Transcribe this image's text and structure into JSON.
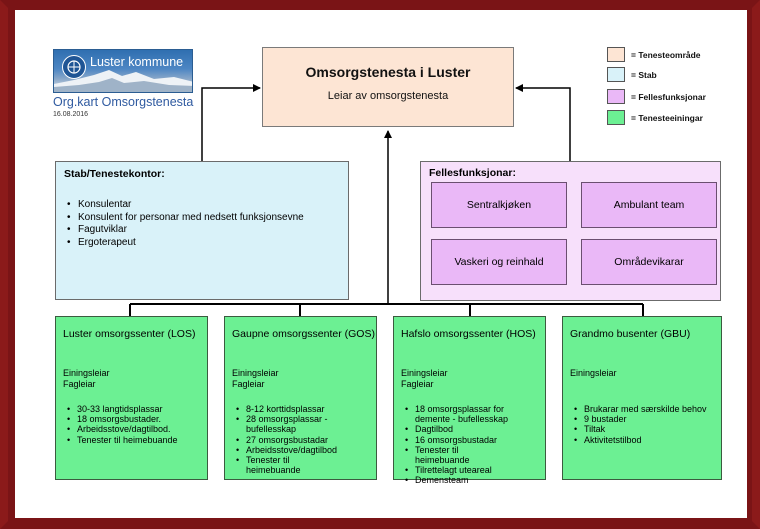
{
  "logo": {
    "name": "Luster kommune",
    "org_chart_label": "Org.kart Omsorgstenesta",
    "date": "16.08.2016"
  },
  "main": {
    "title": "Omsorgstenesta i Luster",
    "subtitle": "Leiar av omsorgstenesta"
  },
  "legend": [
    {
      "label": "= Tenesteområde",
      "color": "#fde5d4"
    },
    {
      "label": "= Stab",
      "color": "#d9f2f9"
    },
    {
      "label": "= Fellesfunksjonar",
      "color": "#eab8f7"
    },
    {
      "label": "= Tenesteeiningar",
      "color": "#6cf093"
    }
  ],
  "stab": {
    "title": "Stab/Tenestekontor:",
    "items": [
      "Konsulentar",
      "Konsulent for personar med nedsett funksjonsevne",
      "Fagutviklar",
      "Ergoterapeut"
    ]
  },
  "felles": {
    "title": "Fellesfunksjonar:",
    "boxes": [
      "Sentralkjøken",
      "Ambulant team",
      "Vaskeri og reinhald",
      "Områdevikarar"
    ]
  },
  "units": [
    {
      "title": "Luster omsorgssenter (LOS)",
      "roles": [
        "Einingsleiar",
        "Fagleiar"
      ],
      "items": [
        "30-33 langtidsplassar",
        "18 omsorgsbustader.",
        "Arbeidsstove/dagtilbod.",
        "Tenester til heimebuande"
      ]
    },
    {
      "title": "Gaupne omsorgssenter (GOS)",
      "roles": [
        "Einingsleiar",
        "Fagleiar"
      ],
      "items": [
        "8-12 korttidsplassar",
        "28 omsorgsplassar - bufellesskap",
        "27 omsorgsbustadar",
        "Arbeidsstove/dagtilbod",
        "Tenester til heimebuande"
      ]
    },
    {
      "title": "Hafslo omsorgssenter (HOS)",
      "roles": [
        "Einingsleiar",
        "Fagleiar"
      ],
      "items": [
        "18 omsorgsplassar for demente - bufellesskap",
        "Dagtilbod",
        "16 omsorgsbustadar",
        "Tenester til heimebuande",
        "Tilrettelagt uteareal",
        "Demensteam"
      ]
    },
    {
      "title": "Grandmo busenter (GBU)",
      "roles": [
        "Einingsleiar"
      ],
      "items": [
        "Brukarar med særskilde behov",
        "9 bustader",
        "Tiltak",
        "Aktivitetstilbod"
      ]
    }
  ]
}
